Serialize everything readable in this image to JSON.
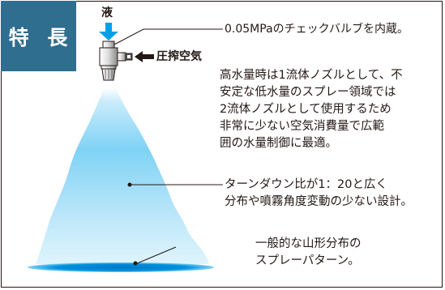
{
  "badge": {
    "text": "特 長",
    "color": "#2f6e8f"
  },
  "diagram": {
    "liquid_label": "液",
    "air_label": "圧搾空気",
    "spray_color": "#00a0e9",
    "callouts": {
      "check_valve": "0.05MPaのチェックバルブを内蔵。",
      "low_flow_lines": [
        "高水量時は1流体ノズルとして、不",
        "安定な低水量のスプレー領域では",
        "2流体ノズルとして使用するため",
        "非常に少ない空気消費量で広範",
        "囲の水量制御に最適。"
      ],
      "turndown_lines": [
        "ターンダウン比が1：20と広く",
        "分布や噴霧角度変動の少ない設計。"
      ],
      "distribution_lines": [
        "一般的な山形分布の",
        "スプレーパターン。"
      ]
    }
  }
}
